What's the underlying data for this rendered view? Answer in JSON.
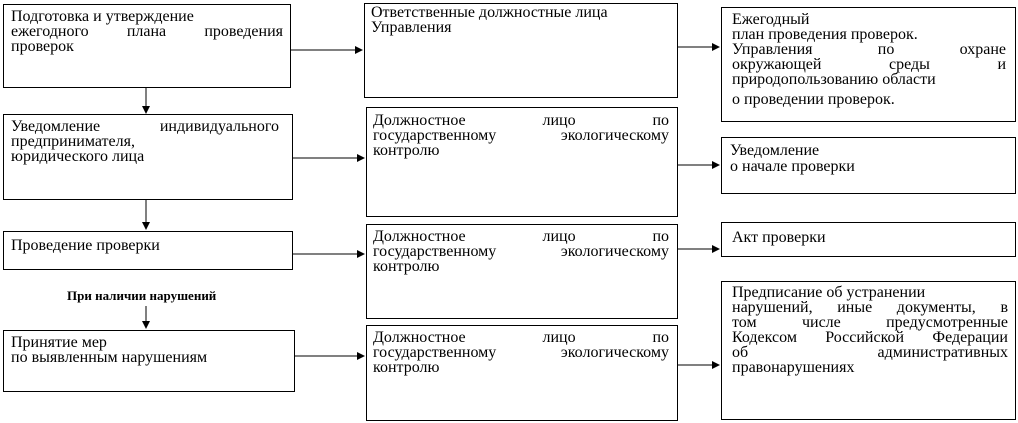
{
  "left": {
    "b1": [
      "Подготовка и утверждение",
      "ежегодного плана проведения",
      "проверок"
    ],
    "b2": [
      "Уведомление индивидуального",
      "предпринимателя,",
      "юридического лица"
    ],
    "b3": [
      "Проведение проверки"
    ],
    "b4": [
      "Принятие мер",
      "по выявленным нарушениям"
    ]
  },
  "condition": "При наличии нарушений",
  "middle": {
    "m1": [
      "Ответственные должностные лица",
      "Управления"
    ],
    "m2": [
      "Должностное лицо по",
      "государственному экологическому",
      "контролю"
    ],
    "m3": [
      "Должностное лицо по",
      "государственному экологическому",
      "контролю"
    ],
    "m4": [
      "Должностное лицо по",
      "государственному экологическому",
      "контролю"
    ]
  },
  "right": {
    "r1": [
      "Ежегодный",
      "план проведения проверок.",
      "Управления по охране",
      "окружающей среды и",
      "природопользованию области",
      "о проведении проверок."
    ],
    "r2": [
      "Уведомление",
      "о начале проверки"
    ],
    "r3": [
      "Акт проверки"
    ],
    "r4": [
      "Предписание об устранении",
      "нарушений, иные документы, в",
      "том числе предусмотренные",
      "Кодексом Российской Федерации",
      "об административных",
      "правонарушениях"
    ]
  }
}
